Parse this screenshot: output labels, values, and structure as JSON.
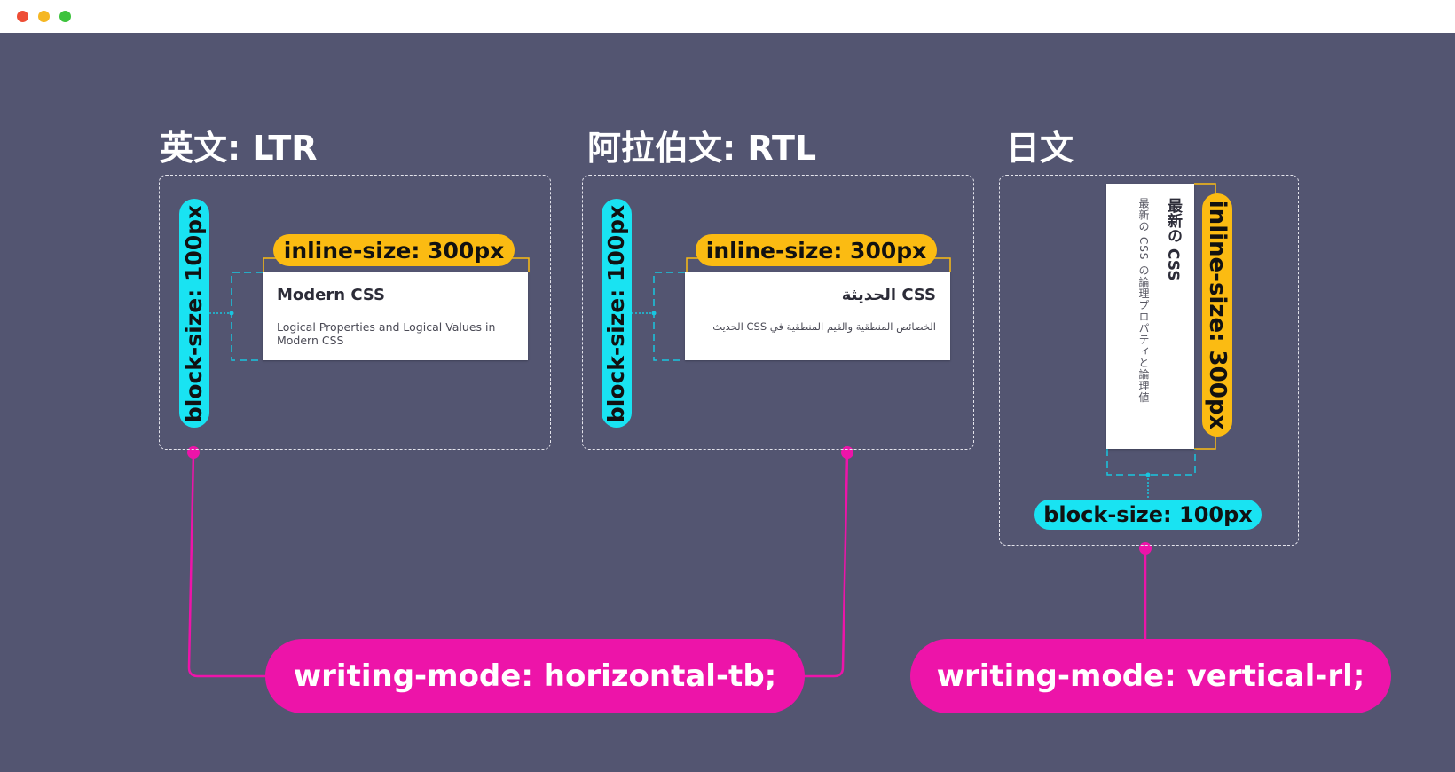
{
  "window": {
    "controls": [
      "close-dot",
      "minimize-dot",
      "maximize-dot"
    ]
  },
  "colors": {
    "background": "#535571",
    "cyan": "#19e3f2",
    "yellow": "#fbbb12",
    "magenta": "#ed14a9"
  },
  "panels": [
    {
      "heading": "英文: LTR",
      "block_label": "block-size: 100px",
      "inline_label": "inline-size: 300px",
      "card": {
        "title": "Modern CSS",
        "text": "Logical Properties and Logical Values in Modern CSS"
      }
    },
    {
      "heading": "阿拉伯文: RTL",
      "block_label": "block-size: 100px",
      "inline_label": "inline-size: 300px",
      "card": {
        "title": "CSS الحديثة",
        "text": "الخصائص المنطقية والقيم المنطقية في CSS الحديث"
      }
    },
    {
      "heading": "日文",
      "block_label": "block-size: 100px",
      "inline_label": "inline-size: 300px",
      "card": {
        "title": "最新の CSS",
        "text": "最新の CSS の論理プロパティと論理値"
      }
    }
  ],
  "modes": [
    {
      "label": "writing-mode: horizontal-tb;"
    },
    {
      "label": "writing-mode: vertical-rl;"
    }
  ]
}
